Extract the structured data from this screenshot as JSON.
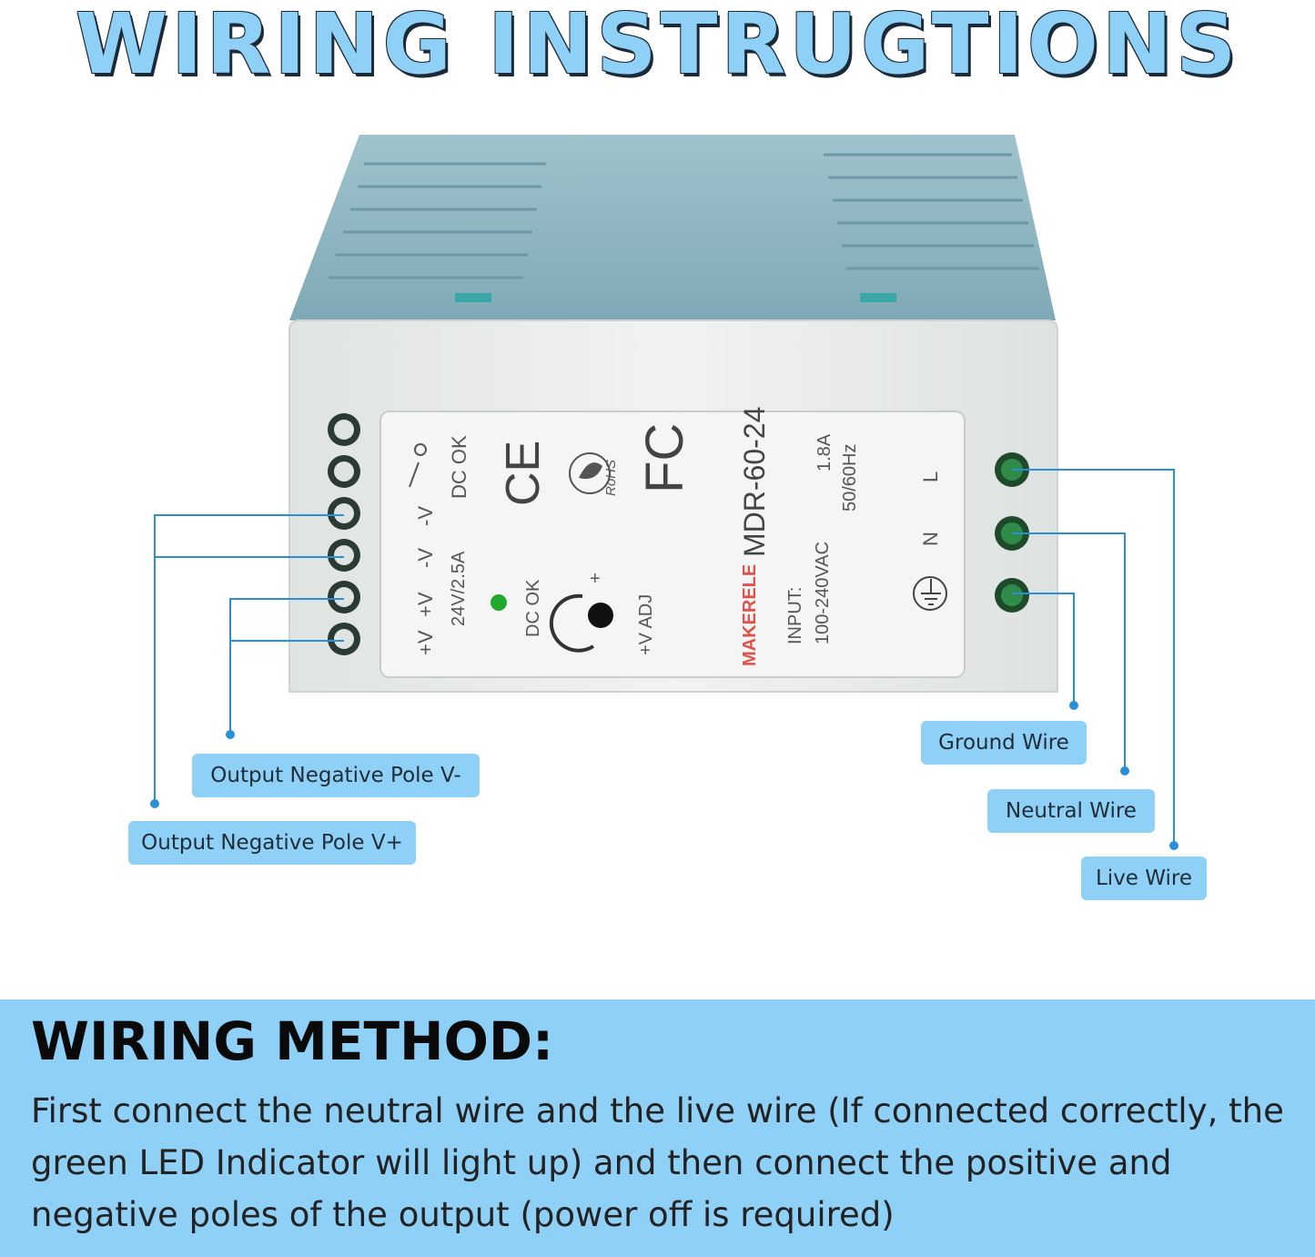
{
  "title": "WIRING INSTRUGTIONS",
  "device": {
    "brand": "MAKERELE",
    "model": "MDR-60-24",
    "output_spec": "24V/2.5A",
    "terminal_symbols": [
      "+V",
      "+V",
      "-V",
      "-V"
    ],
    "dc_ok_top": "DC OK",
    "dc_ok_led": "DC OK",
    "adj": "+V ADJ",
    "adj_plus": "+",
    "input_label": "INPUT:",
    "input_voltage": "100-240VAC",
    "input_current": "1.8A",
    "input_freq": "50/60Hz",
    "ac_l": "L",
    "ac_n": "N",
    "rohs": "RoHS",
    "ce": "CE",
    "fc": "FC",
    "colors": {
      "housing_blue": "#8fb8c4",
      "face_white": "#e9ecea",
      "led_green": "#1faa2c",
      "line": "#2a8fd9",
      "brand_red": "#e0514a"
    }
  },
  "labels": {
    "out_neg": "Output Negative Pole V-",
    "out_pos": "Output Negative Pole V+",
    "ground": "Ground Wire",
    "neutral": "Neutral Wire",
    "live": "Live Wire"
  },
  "method": {
    "heading": "WIRING METHOD:",
    "body": "First connect the neutral wire and the live wire (If connected correctly, the green LED Indicator will light up) and then connect the positive and negative poles of the output (power off is required)"
  }
}
